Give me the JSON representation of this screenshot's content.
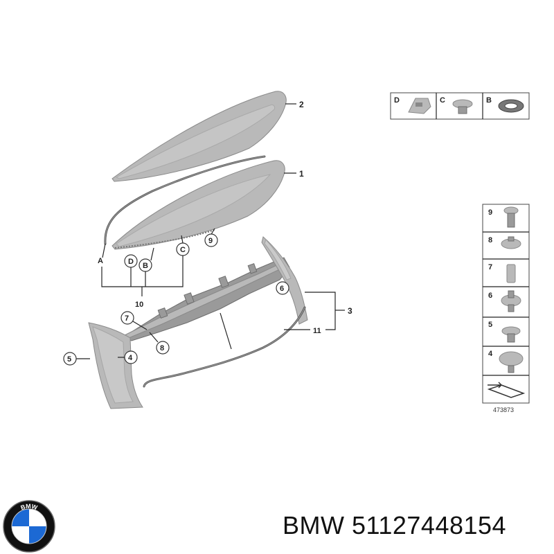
{
  "callouts": {
    "c1": "1",
    "c2": "2",
    "c3": "3",
    "c4": "4",
    "c5": "5",
    "c6": "6",
    "c7": "7",
    "c8": "8",
    "c9": "9",
    "c10": "10",
    "c11": "11"
  },
  "letters": {
    "A": "A",
    "B": "B",
    "C": "C",
    "D": "D"
  },
  "legend_top": [
    "D",
    "C",
    "B"
  ],
  "legend_side": [
    "9",
    "8",
    "7",
    "6",
    "5",
    "4"
  ],
  "diagram_number": "473873",
  "logo_text": "BMW",
  "footer": {
    "brand": "BMW",
    "part_number": "51127448154"
  },
  "colors": {
    "part_grey": "#b9b9b9",
    "logo_blue": "#1c69d4",
    "logo_ring": "#111111"
  }
}
